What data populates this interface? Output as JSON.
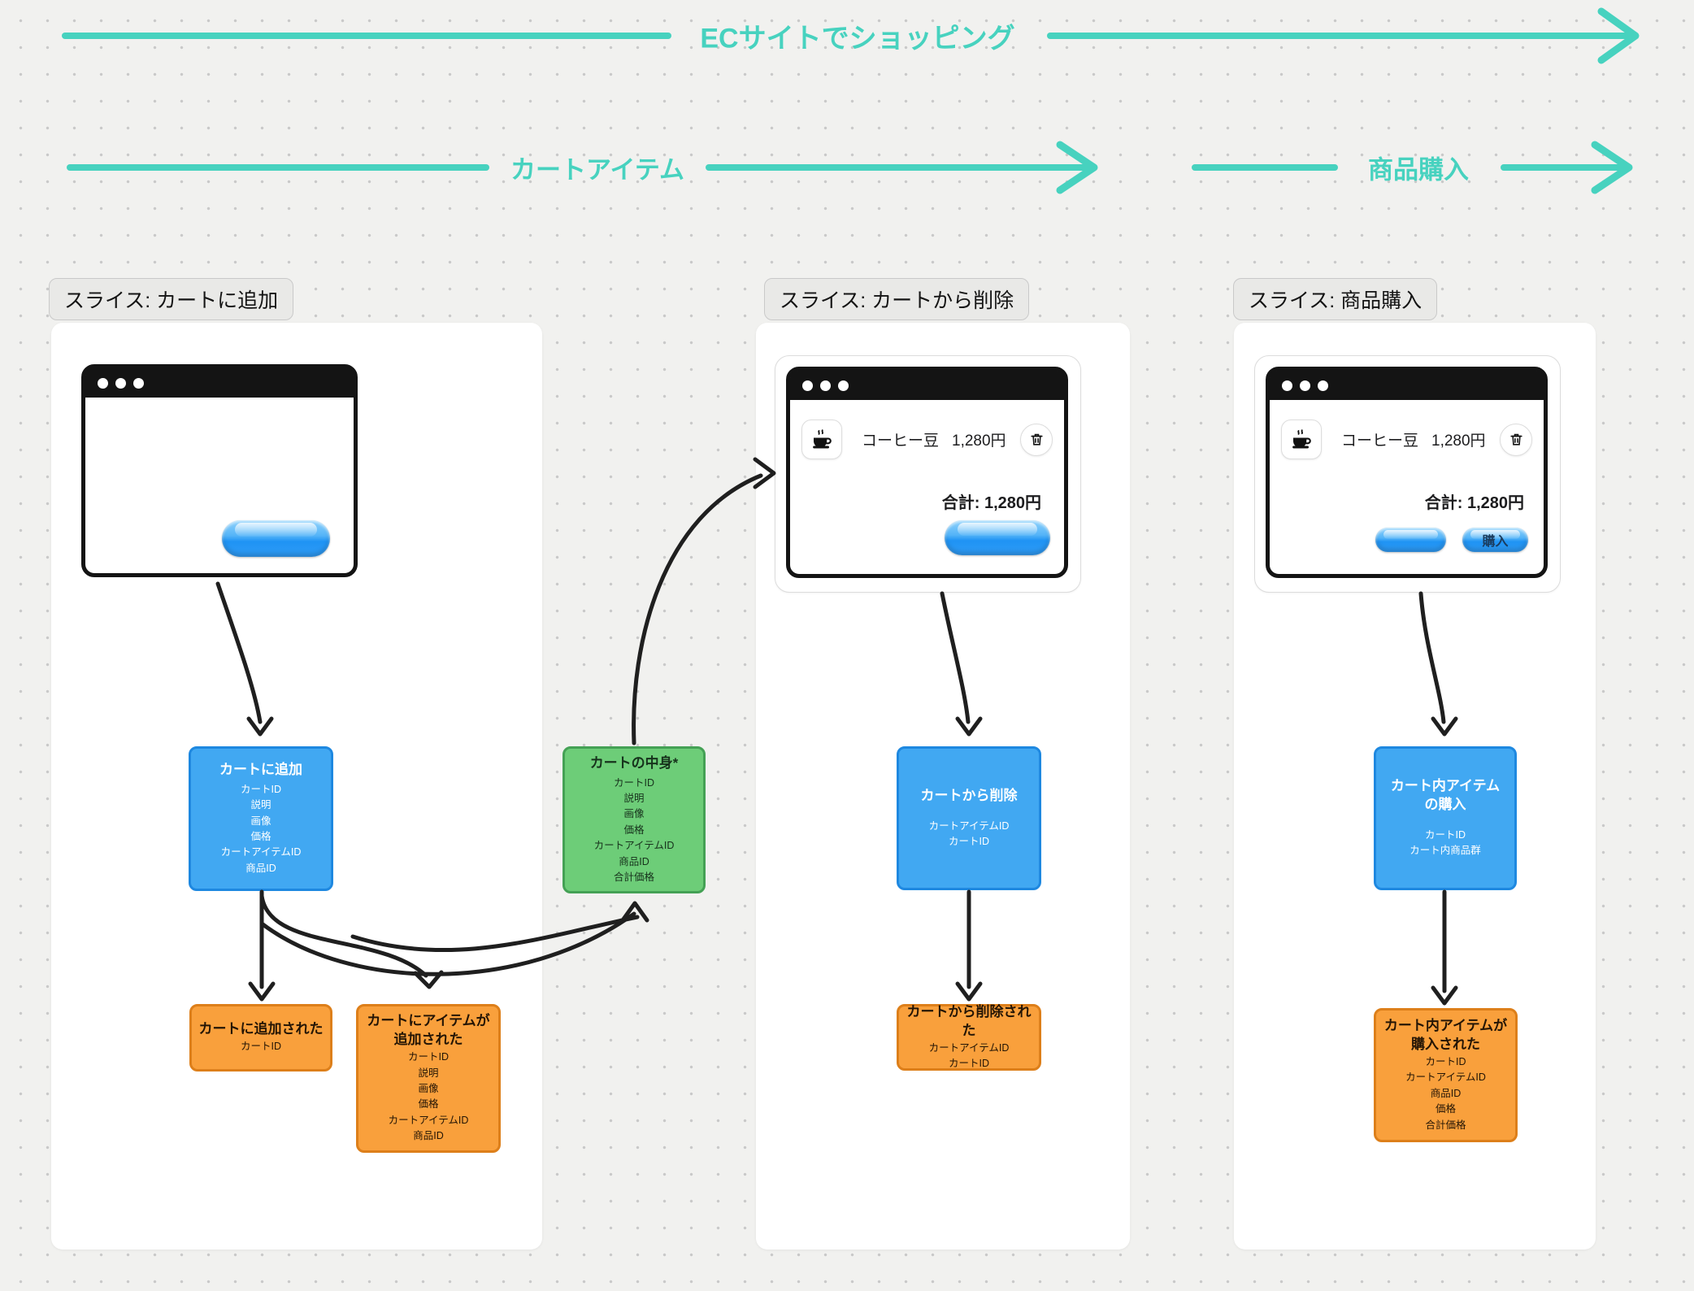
{
  "flows": {
    "main": "ECサイトでショッピング",
    "lane_cart_item": "カートアイテム",
    "lane_purchase": "商品購入",
    "arrow_color": "#47d2bf"
  },
  "slices": [
    {
      "label": "スライス: カートに追加"
    },
    {
      "label": "スライス: カートから削除"
    },
    {
      "label": "スライス: 商品購入"
    }
  ],
  "window_content": {
    "item_name": "コーヒー豆",
    "item_price": "1,280円",
    "total": "合計: 1,280円",
    "buy_button": "購入"
  },
  "commands": [
    {
      "title": "カートに追加",
      "attrs": [
        "カートID",
        "説明",
        "画像",
        "価格",
        "カートアイテムID",
        "商品ID"
      ]
    },
    {
      "title": "カートから削除",
      "attrs": [
        "カートアイテムID",
        "カートID"
      ]
    },
    {
      "title": "カート内アイテムの購入",
      "attrs": [
        "カートID",
        "カート内商品群"
      ]
    }
  ],
  "read_model": {
    "title": "カートの中身*",
    "attrs": [
      "カートID",
      "説明",
      "画像",
      "価格",
      "カートアイテムID",
      "商品ID",
      "合計価格"
    ]
  },
  "events": [
    {
      "title": "カートに追加された",
      "attrs": [
        "カートID"
      ]
    },
    {
      "title": "カートにアイテムが追加された",
      "attrs": [
        "カートID",
        "説明",
        "画像",
        "価格",
        "カートアイテムID",
        "商品ID"
      ]
    },
    {
      "title": "カートから削除された",
      "attrs": [
        "カートアイテムID",
        "カートID"
      ]
    },
    {
      "title": "カート内アイテムが購入された",
      "attrs": [
        "カートID",
        "カートアイテムID",
        "商品ID",
        "価格",
        "合計価格"
      ]
    }
  ],
  "colors": {
    "command_fill": "#41a8f2",
    "command_border": "#1e88e0",
    "event_fill": "#f9a03c",
    "event_border": "#dd7f1a",
    "read_model_fill": "#6dcd78",
    "read_model_border": "#44a155",
    "connector": "#1f1f1f"
  }
}
